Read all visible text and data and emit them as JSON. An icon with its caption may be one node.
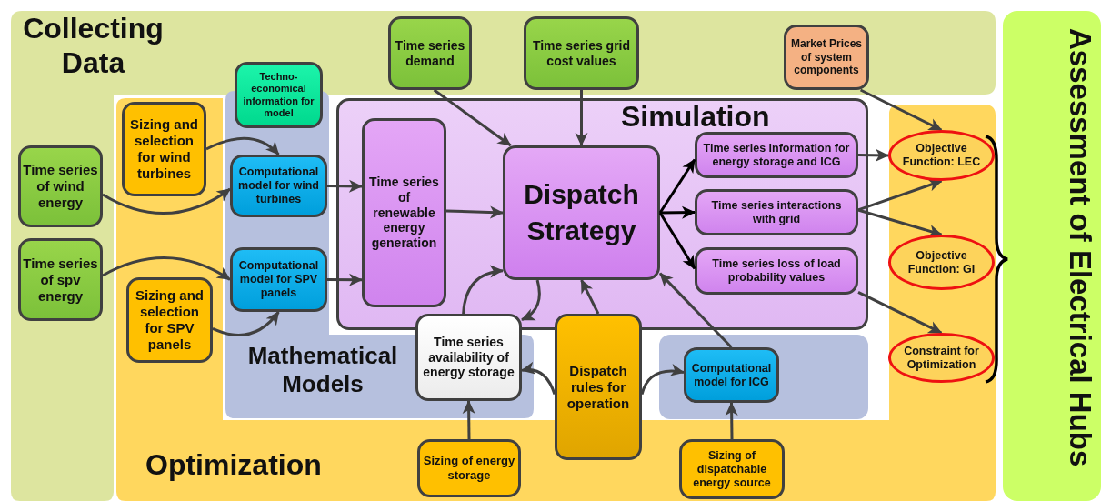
{
  "diagram": {
    "nodes": [
      {
        "text": [
          "Collecting Data"
        ]
      },
      {
        "text": [
          "Time series of wind energy"
        ],
        "in": 0
      },
      {
        "text": [
          "Time series of spv energy"
        ],
        "in": 0
      },
      {
        "text": [
          "Time series demand"
        ],
        "in": 0
      },
      {
        "text": [
          "Time series grid cost values"
        ],
        "in": 0
      },
      {
        "text": [
          "Market Prices of system components"
        ],
        "in": 0
      },
      {
        "text": [
          "Techno-economical information for model"
        ]
      },
      {
        "text": [
          "Assessment of Electrical Hubs"
        ]
      },
      {
        "text": [
          "Optimization"
        ]
      },
      {
        "text": [
          "Sizing and selection for wind turbines"
        ],
        "in": 8
      },
      {
        "text": [
          "Sizing and selection for SPV panels"
        ],
        "in": 8
      },
      {
        "text": [
          "Mathematical Models"
        ],
        "in": 8
      },
      {
        "text": [
          "Computational model for wind turbines"
        ],
        "in": 11
      },
      {
        "text": [
          "Computational model for SPV panels"
        ],
        "in": 11
      },
      {
        "text": [],
        "shape": "box",
        "in": 8
      },
      {
        "text": [
          "Computational model for  ICG"
        ],
        "in": 14
      },
      {
        "text": [
          "Simulation"
        ],
        "in": 8
      },
      {
        "text": [
          "Time series of renewable energy generation"
        ],
        "in": 16
      },
      {
        "text": [
          "Dispatch Strategy"
        ],
        "in": 16
      },
      {
        "text": [
          "Time series information for energy storage and ICG"
        ],
        "in": 16
      },
      {
        "text": [
          "Time series interactions with grid"
        ],
        "in": 16
      },
      {
        "text": [
          "Time series loss of load probability values"
        ],
        "in": 16
      },
      {
        "text": [
          "Time series availability of energy storage"
        ],
        "in": 11
      },
      {
        "text": [
          "Dispatch rules for operation"
        ],
        "in": 8
      },
      {
        "text": [
          "Sizing of energy storage"
        ],
        "in": 8
      },
      {
        "text": [
          "Sizing of dispatchable energy source"
        ],
        "in": 8
      },
      {
        "text": [
          "Objective Function: LEC"
        ],
        "in": 8
      },
      {
        "text": [
          "Objective Function: GI"
        ],
        "in": 8
      },
      {
        "text": [
          "Constraint for Optimization"
        ],
        "in": 8
      }
    ],
    "edges": [
      {
        "from": 1,
        "to": 12,
        "arrow": "to"
      },
      {
        "from": 9,
        "to": 12,
        "arrow": "to"
      },
      {
        "from": 2,
        "to": 13,
        "arrow": "to"
      },
      {
        "from": 10,
        "to": 13,
        "arrow": "to"
      },
      {
        "from": 12,
        "to": 17,
        "arrow": "to"
      },
      {
        "from": 13,
        "to": 17,
        "arrow": "to"
      },
      {
        "from": 3,
        "to": 18,
        "arrow": "to"
      },
      {
        "from": 4,
        "to": 18,
        "arrow": "to"
      },
      {
        "from": 17,
        "to": 18,
        "arrow": "to"
      },
      {
        "from": 18,
        "to": 19,
        "arrow": "to",
        "color": "#000000"
      },
      {
        "from": 18,
        "to": 20,
        "arrow": "to",
        "color": "#000000"
      },
      {
        "from": 18,
        "to": 21,
        "arrow": "to",
        "color": "#000000"
      },
      {
        "from": 22,
        "to": 18,
        "arrow": "to"
      },
      {
        "from": 18,
        "to": 22,
        "arrow": "to"
      },
      {
        "from": 23,
        "to": 18,
        "arrow": "to"
      },
      {
        "from": 15,
        "to": 18,
        "arrow": "to"
      },
      {
        "from": 23,
        "to": 22,
        "arrow": "to"
      },
      {
        "from": 23,
        "to": 15,
        "arrow": "to"
      },
      {
        "from": 24,
        "to": 22,
        "arrow": "to"
      },
      {
        "from": 25,
        "to": 15,
        "arrow": "to"
      },
      {
        "from": 5,
        "to": 26,
        "arrow": "to"
      },
      {
        "from": 19,
        "to": 26,
        "arrow": "to"
      },
      {
        "from": 20,
        "to": 26,
        "arrow": "to"
      },
      {
        "from": 20,
        "to": 27,
        "arrow": "to"
      },
      {
        "from": 21,
        "to": 28,
        "arrow": "to"
      }
    ]
  }
}
